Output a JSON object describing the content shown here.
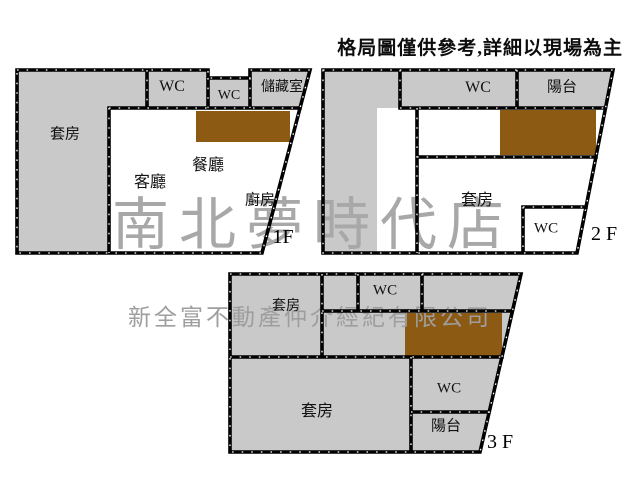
{
  "disclaimer": "格局圖僅供參考,詳細以現場為主",
  "watermarks": {
    "store": "南北夢時代店",
    "company": "新全富不動產仲介經紀有限公司"
  },
  "floors": [
    {
      "floor_label": "1F",
      "rooms": {
        "suite": "套房",
        "wc1": "WC",
        "wc2": "WC",
        "storage": "儲藏室",
        "dining": "餐廳",
        "living": "客廳",
        "kitchen": "廚房"
      }
    },
    {
      "floor_label": "2 F",
      "rooms": {
        "wc_top": "WC",
        "balcony": "陽台",
        "suite": "套房",
        "wc_bottom": "WC"
      }
    },
    {
      "floor_label": "3 F",
      "rooms": {
        "suite_top": "套房",
        "wc_top": "WC",
        "suite_main": "套房",
        "wc_right": "WC",
        "balcony": "陽台"
      }
    }
  ],
  "colors": {
    "room_fill_gray": "#c9c9c9",
    "furniture_brown": "#8d5a14",
    "wall_black": "#000000",
    "watermark_gray": "#a8a8a8",
    "background": "#ffffff"
  }
}
